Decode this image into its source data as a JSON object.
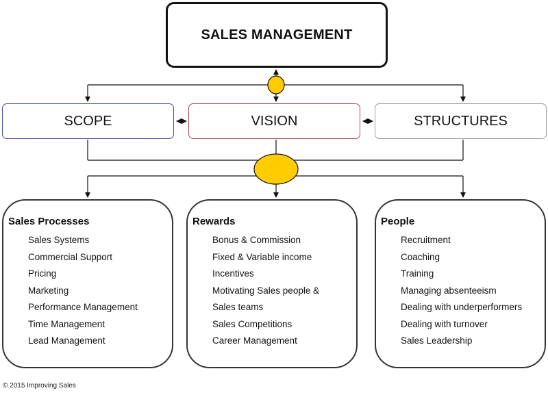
{
  "title": "SALES MANAGEMENT",
  "pillars": [
    {
      "label": "SCOPE"
    },
    {
      "label": "VISION"
    },
    {
      "label": "STRUCTURES"
    }
  ],
  "areas": [
    {
      "title": "Sales Processes",
      "items": [
        "Sales Systems",
        "Commercial Support",
        "Pricing",
        "Marketing",
        "Performance Management",
        "Time Management",
        "Lead Management"
      ]
    },
    {
      "title": "Rewards",
      "items": [
        "Bonus & Commission",
        "Fixed & Variable income",
        "Incentives",
        "Motivating Sales people &",
        "Sales teams",
        "Sales Competitions",
        "Career Management"
      ]
    },
    {
      "title": "People",
      "items": [
        "Recruitment",
        "Coaching",
        "Training",
        "Managing absenteeism",
        "Dealing with underperformers",
        "Dealing with turnover",
        "Sales Leadership"
      ]
    }
  ],
  "footer": "© 2015 Improving Sales",
  "colors": {
    "hub": "#ffcc00",
    "scope_border": "#4a4aa8",
    "vision_border": "#a84a55",
    "structures_border": "#9a9a9a"
  }
}
